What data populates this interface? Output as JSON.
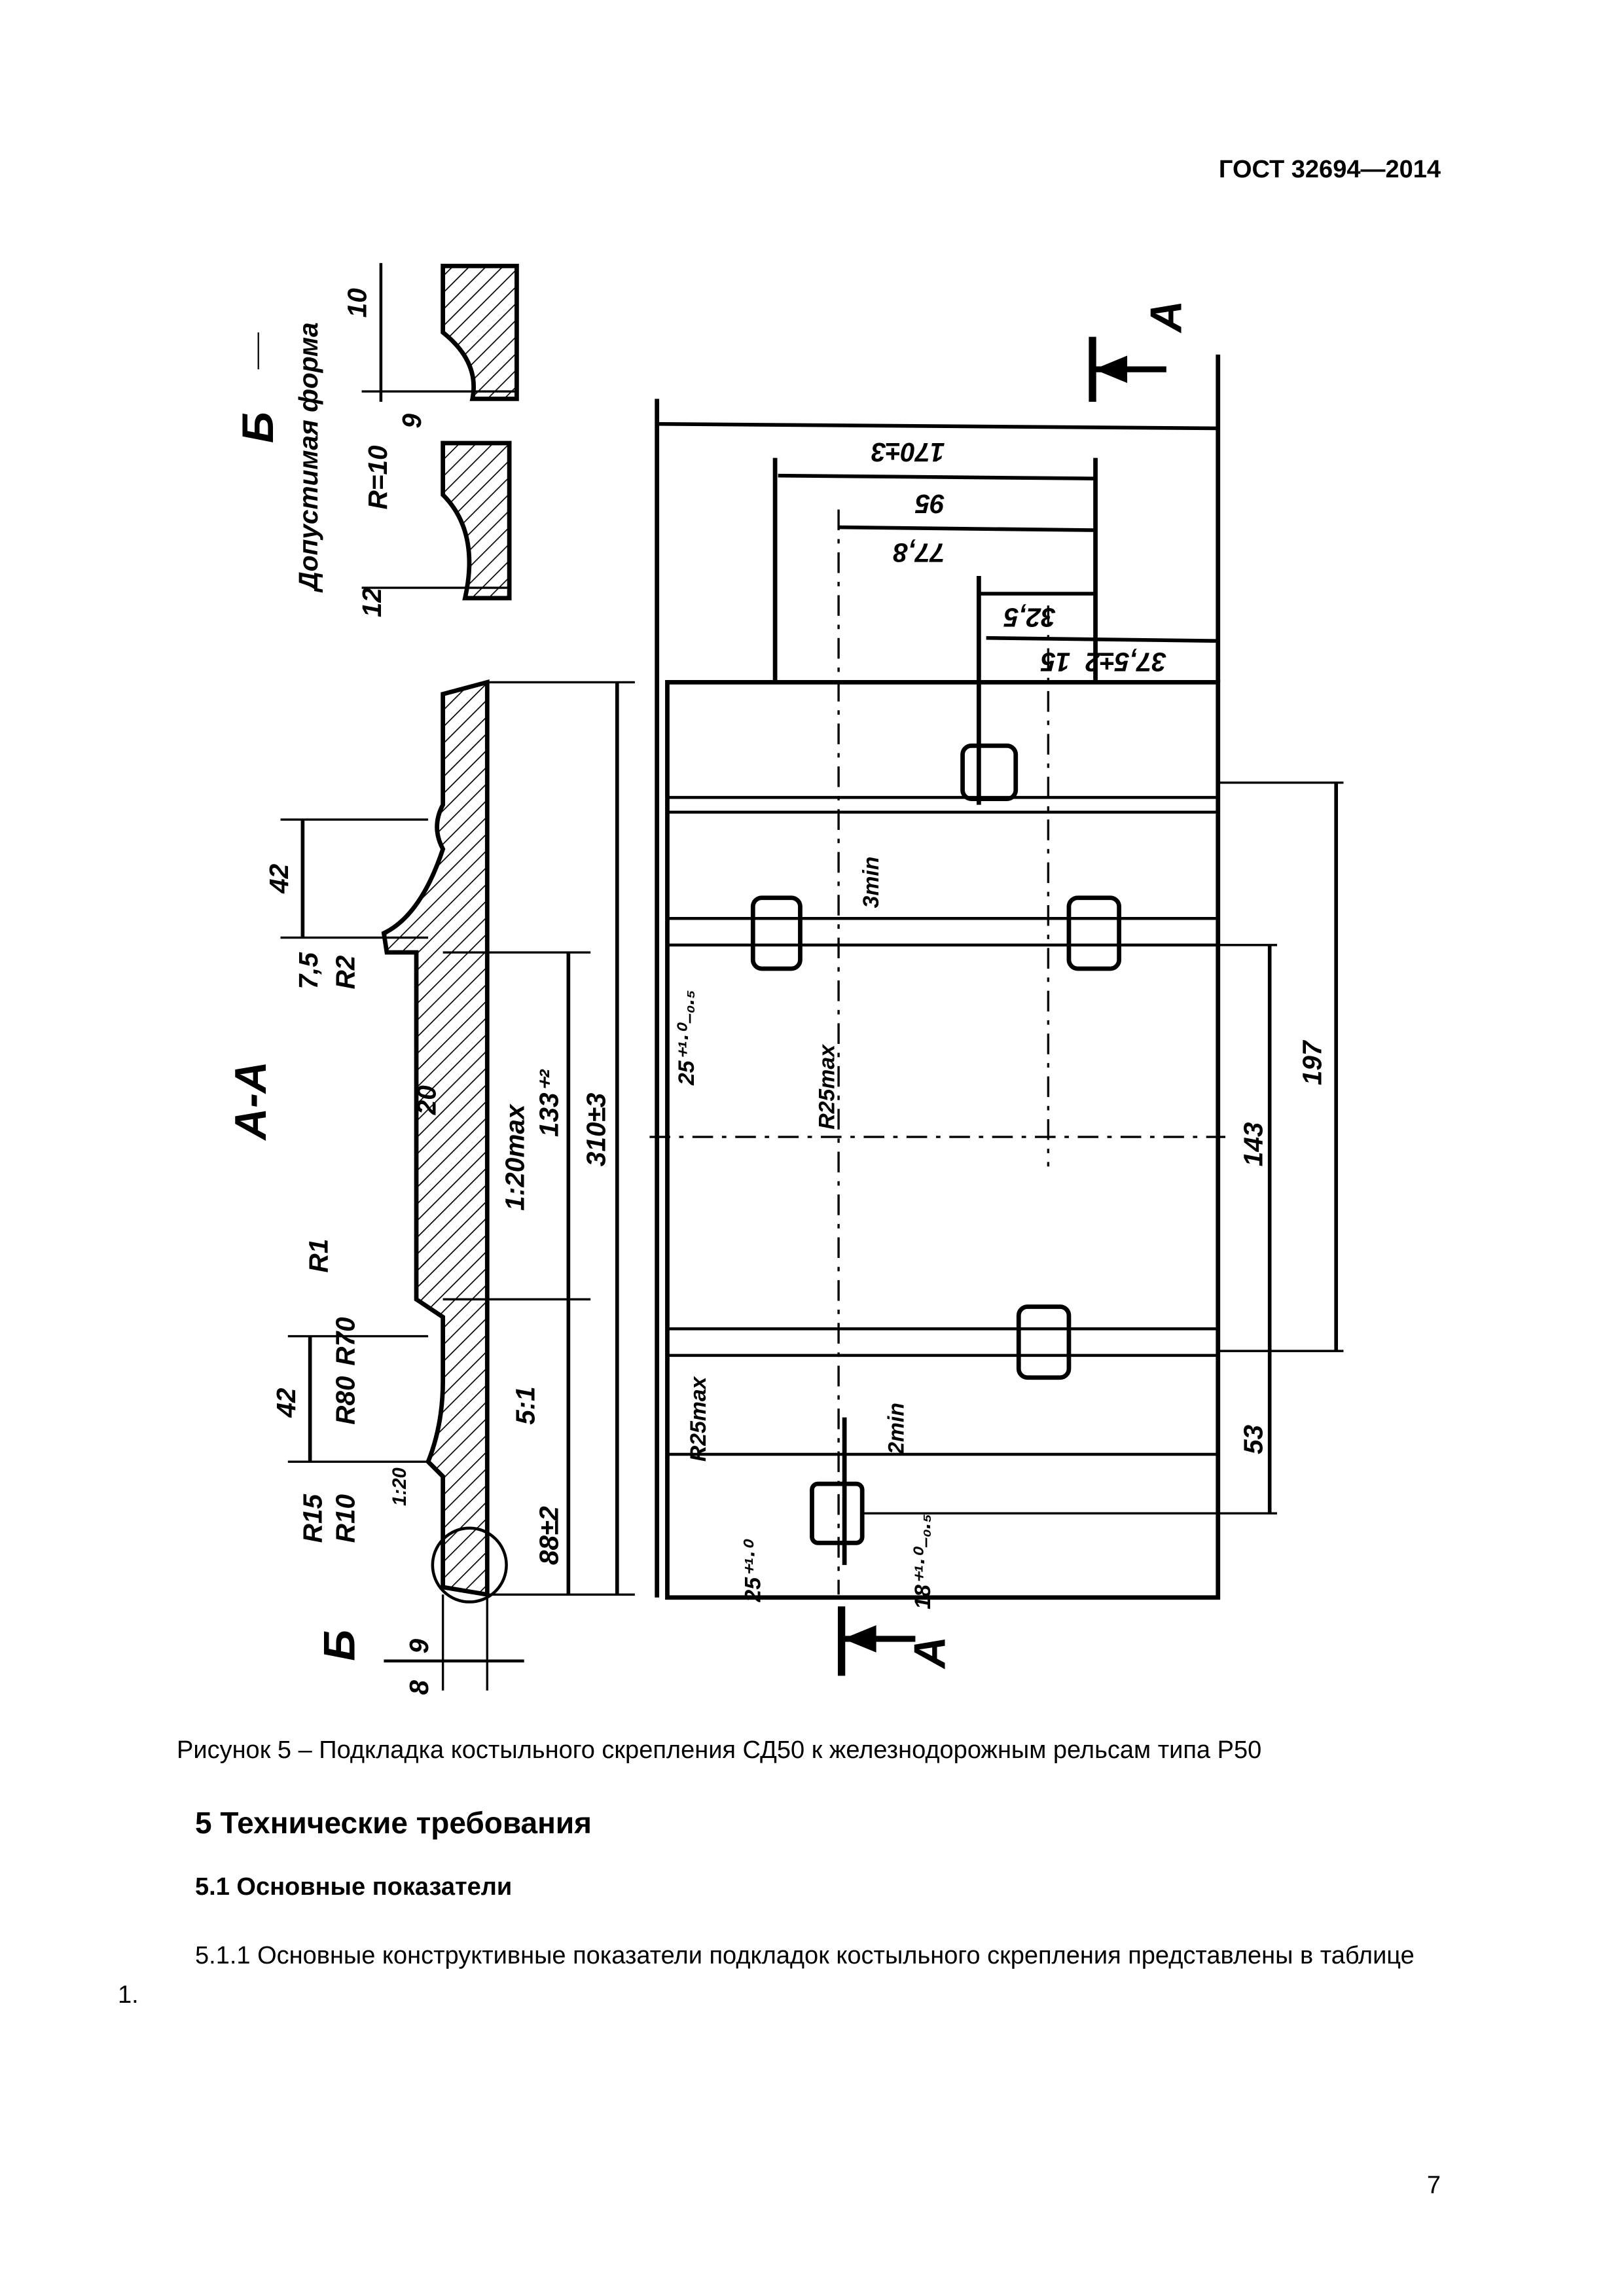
{
  "header": {
    "doc_id": "ГОСТ 32694—2014"
  },
  "figure": {
    "caption": "Рисунок 5 – Подкладка костыльного скрепления СД50 к железнодорожным рельсам типа Р50",
    "labels": {
      "detail_b": "Б",
      "allowed_form": "Допустимая форма",
      "r10_detail": "R=10",
      "d10": "10",
      "d9_detail": "9",
      "d12": "12",
      "section_aa": "А-А",
      "d42_top": "42",
      "d7_5": "7,5",
      "r2": "R2",
      "d20": "20",
      "slope_max": "1:20max",
      "d133": "133⁺²",
      "d310": "310±3",
      "r1": "R1",
      "d42_bottom": "42",
      "r80": "R80",
      "r70": "R70",
      "d5_1": "5:1",
      "d88": "88±2",
      "r15": "R15",
      "r10": "R10",
      "slope": "1:20",
      "b_mark": "Б",
      "d9": "9",
      "d8": "8",
      "d170": "170±3",
      "d95": "95",
      "d77_8": "77,8",
      "d32_5": "32,5",
      "d37_5": "37,5±2",
      "d15": "15",
      "arrow_a_top": "А",
      "arrow_a_bottom": "А",
      "hole_25": "25⁺¹·⁰₋₀.₅",
      "r25max_1": "R25max",
      "min3": "3min",
      "min2": "2min",
      "r25max_2": "R25max",
      "d197": "197",
      "d143": "143",
      "d53": "53",
      "hole_18": "18⁺¹·⁰₋₀.₅",
      "hole_25b": "25⁺¹·⁰"
    }
  },
  "section": {
    "title": "5 Технические требования"
  },
  "subsection": {
    "title": "5.1 Основные показатели"
  },
  "paragraph": {
    "text": "5.1.1 Основные конструктивные показатели подкладок костыльного скрепления представлены в таблице 1."
  },
  "page_number": "7"
}
